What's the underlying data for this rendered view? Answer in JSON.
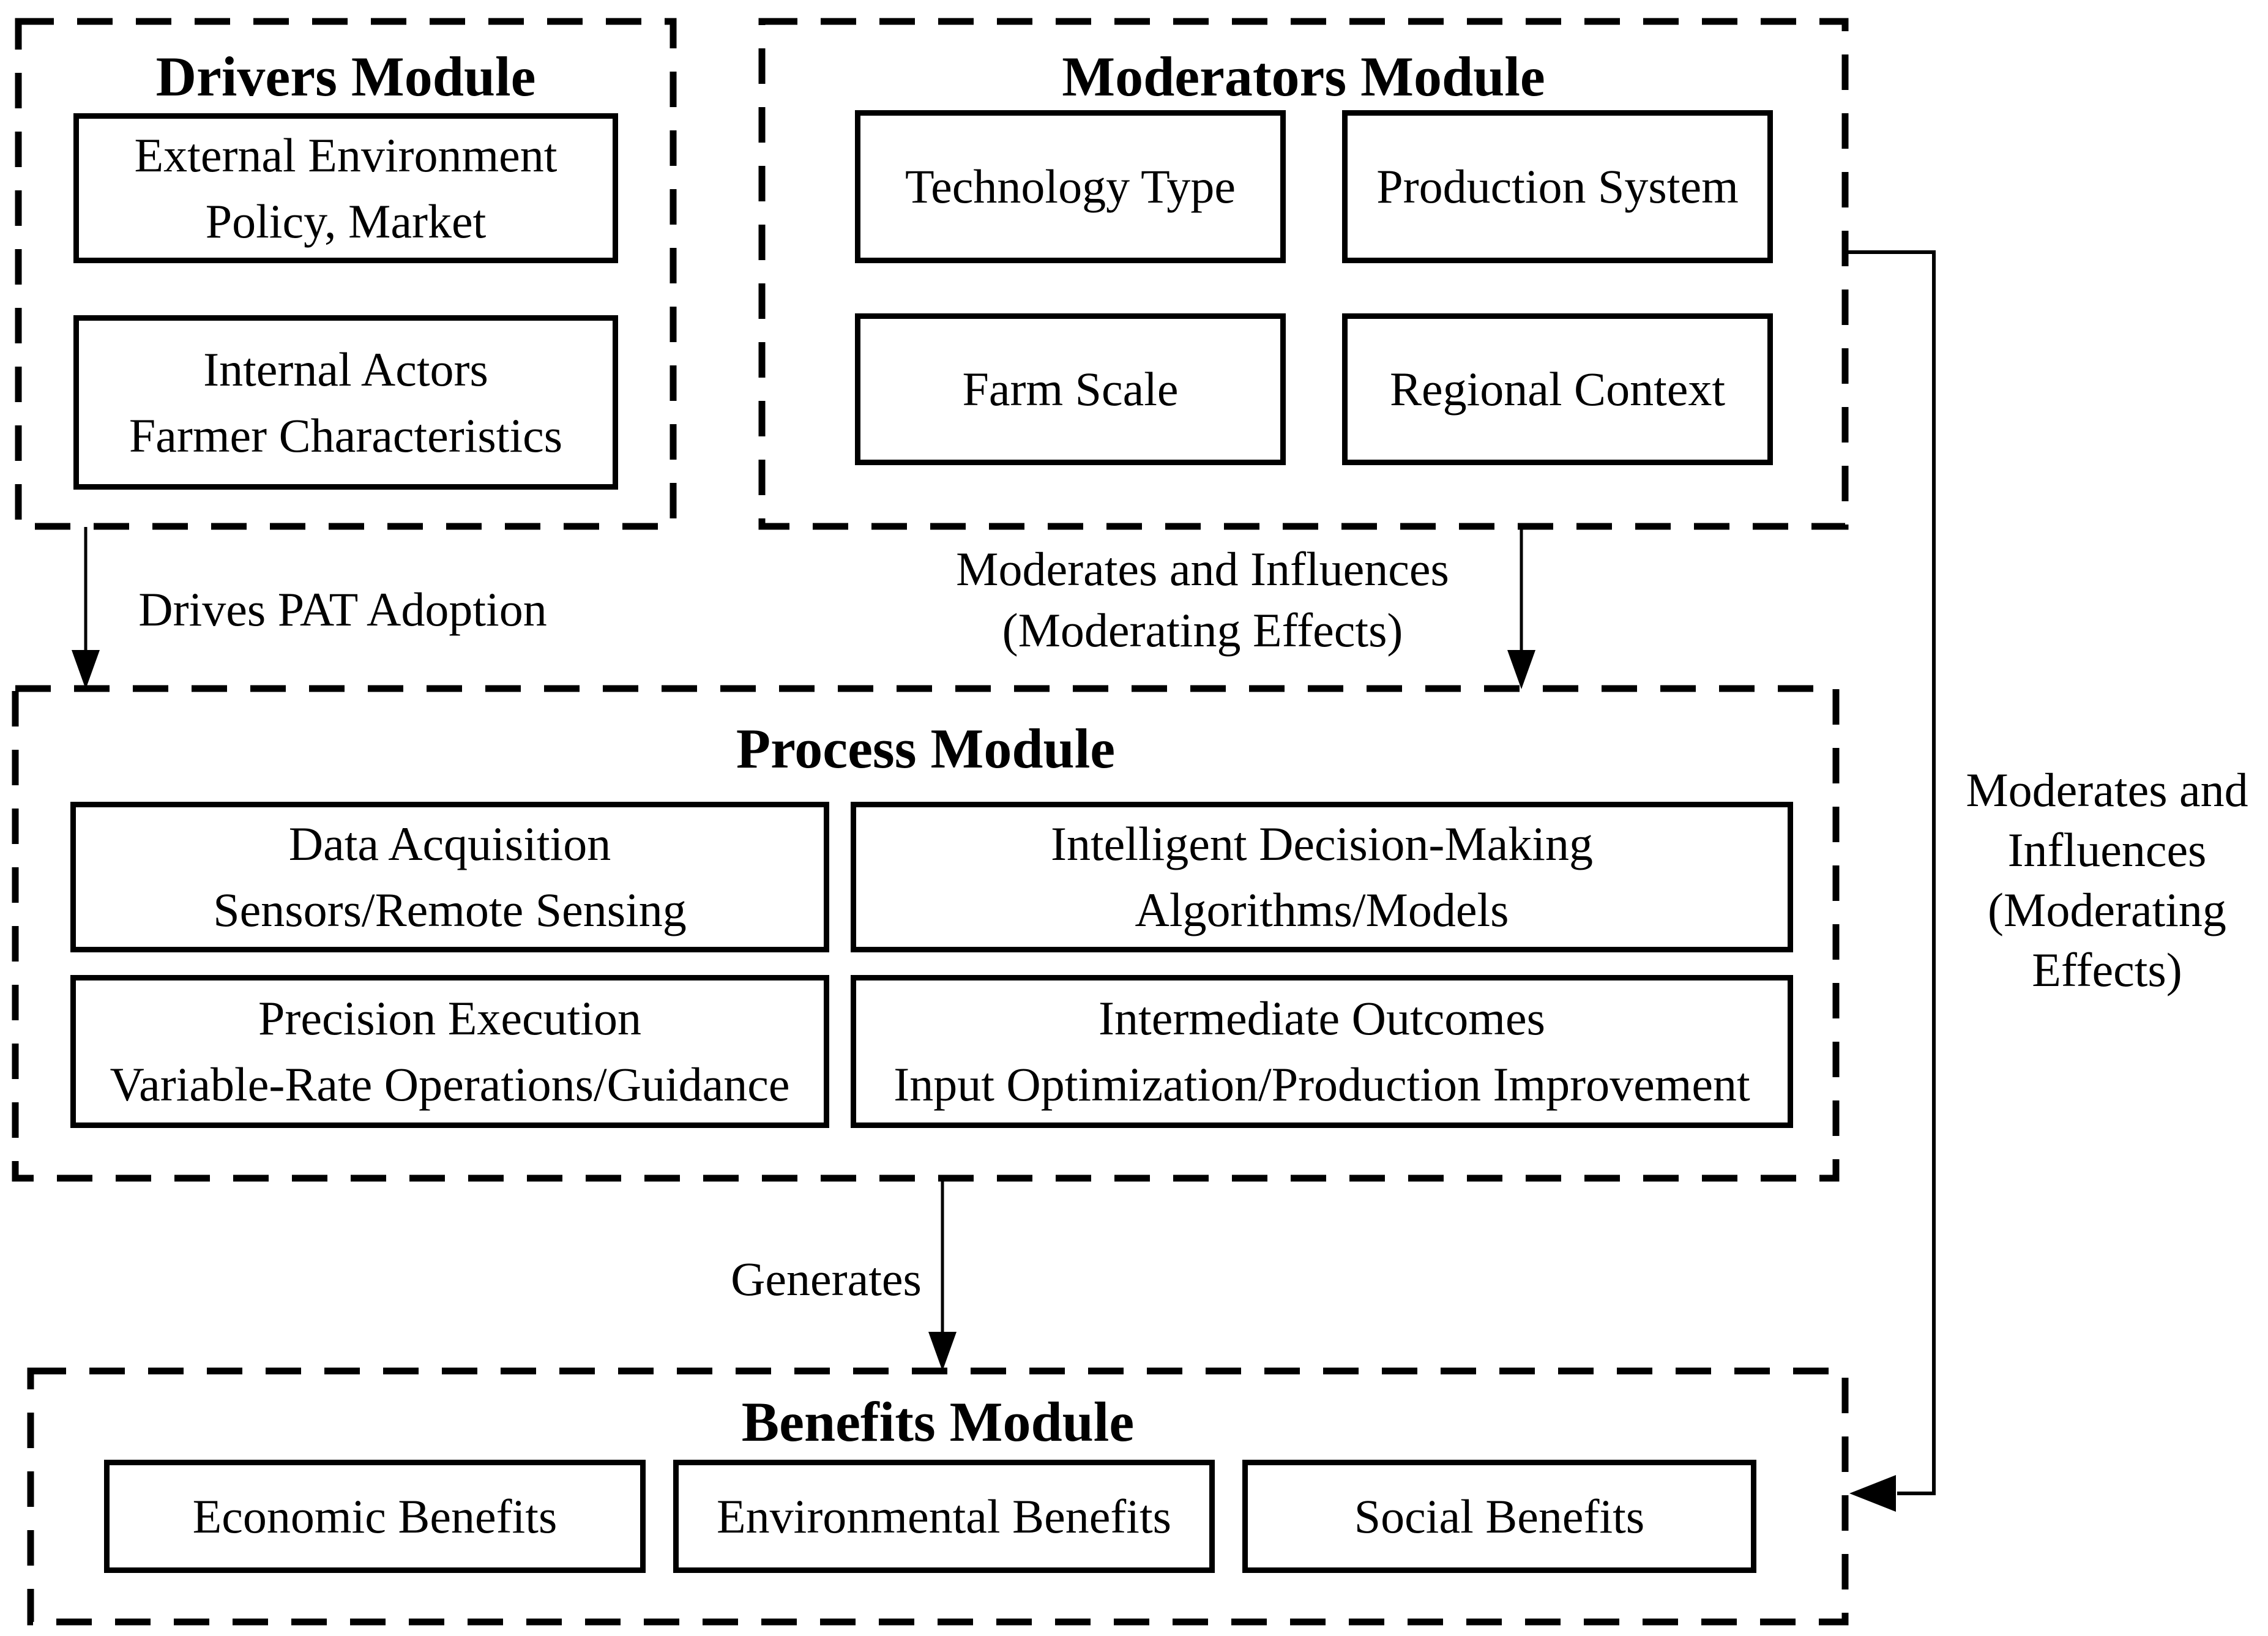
{
  "figure": {
    "background": "#ffffff",
    "line_color": "#000000"
  },
  "drivers": {
    "title": "Drivers Module",
    "box1": {
      "line1": "External Environment",
      "line2": "Policy, Market"
    },
    "box2": {
      "line1": "Internal Actors",
      "line2": "Farmer Characteristics"
    }
  },
  "moderators": {
    "title": "Moderators Module",
    "box1": "Technology Type",
    "box2": "Production System",
    "box3": "Farm Scale",
    "box4": "Regional Context"
  },
  "process": {
    "title": "Process Module",
    "box1": {
      "line1": "Data Acquisition",
      "line2": "Sensors/Remote Sensing"
    },
    "box2": {
      "line1": "Intelligent Decision-Making",
      "line2": "Algorithms/Models"
    },
    "box3": {
      "line1": "Precision Execution",
      "line2": "Variable-Rate Operations/Guidance"
    },
    "box4": {
      "line1": "Intermediate Outcomes",
      "line2": "Input Optimization/Production Improvement"
    }
  },
  "benefits": {
    "title": "Benefits Module",
    "box1": "Economic Benefits",
    "box2": "Environmental Benefits",
    "box3": "Social Benefits"
  },
  "labels": {
    "drives": "Drives PAT Adoption",
    "moderates_mid": {
      "line1": "Moderates and Influences",
      "line2": "(Moderating Effects)"
    },
    "generates": "Generates",
    "moderates_right": {
      "line1": "Moderates and",
      "line2": "Influences",
      "line3": "(Moderating",
      "line4": "Effects)"
    }
  }
}
